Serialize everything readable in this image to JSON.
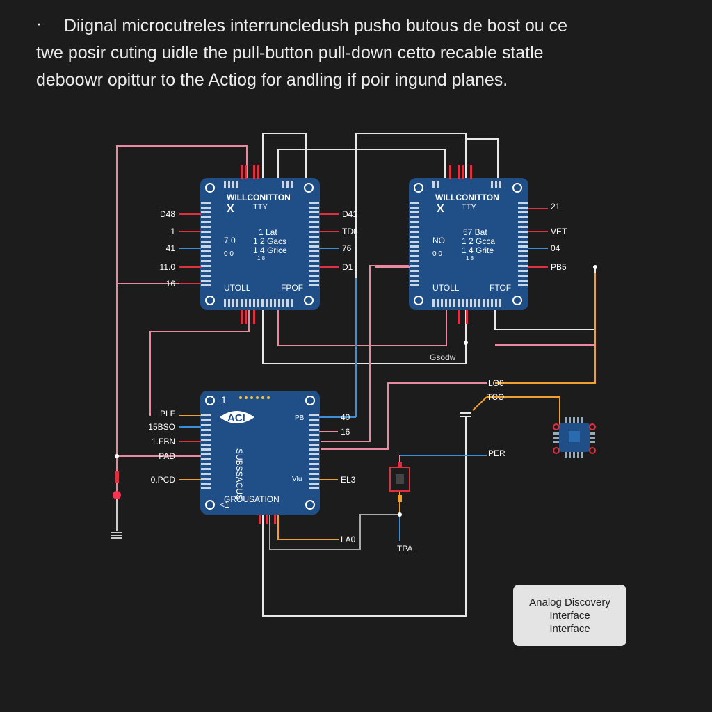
{
  "description": {
    "bullet": "·",
    "lines": [
      "Diignal microcutreles interruncledush pusho butous de bost ou ce",
      "twe posir cuting uidle the pull-button pull-down cetto recable statle",
      "deboowr opittur to the Actiog for andling if poir ingund planes."
    ]
  },
  "mcu_top_left": {
    "title": "WILLCONITTON",
    "subtitle": "TTY",
    "x_mark": "X",
    "center_lines": [
      "1 Lat",
      "1 2 Gacs",
      "1 4 Grice",
      "1 8"
    ],
    "left_marks": [
      "7 0",
      "0 0"
    ],
    "bottom_left": "UTOLL",
    "bottom_right": "FPOF",
    "pins_left": [
      "D48",
      "1",
      "41",
      "11.0",
      "16"
    ],
    "pins_right": [
      "D41",
      "TD6",
      "76",
      "D1"
    ]
  },
  "mcu_top_right": {
    "title": "WILLCONITTON",
    "subtitle": "TTY",
    "x_mark": "X",
    "center_lines": [
      "57 Bat",
      "1 2 Gcca",
      "1 4 Grite",
      "1 8"
    ],
    "left_marks": [
      "NO",
      "0 0"
    ],
    "bottom_left": "UTOLL",
    "bottom_right": "FTOF",
    "pins_right": [
      "21",
      "VET",
      "04",
      "PB5"
    ]
  },
  "mcu_bottom": {
    "corner_label": "1",
    "logo_text": "ACI",
    "side_text": "SUBSSACUS",
    "bottom_text": "GROUSATION",
    "bottom_left": "<1",
    "pins_left": [
      "PLF",
      "15BSO",
      "1.FBN",
      "PAD",
      "0.PCD"
    ],
    "pins_right": [
      "40",
      "16",
      "EL3"
    ],
    "pin_tags": [
      "PB",
      "Vlu"
    ]
  },
  "net_labels": {
    "ground_label": "Gsodw",
    "lo0": "LO0",
    "tco": "TCO",
    "per": "PER",
    "lao": "LA0",
    "tpa": "TPA"
  },
  "note_box": {
    "lines": [
      "Analog Discovery",
      "Interface",
      "Interface"
    ]
  },
  "colors": {
    "background": "#1c1c1c",
    "chip_blue": "#1f4f86",
    "pink_wire": "#e88aa0",
    "white_wire": "#e8e8e8",
    "orange_wire": "#f0a030",
    "blue_wire": "#3a8fd8",
    "red_pin": "#e03040"
  }
}
